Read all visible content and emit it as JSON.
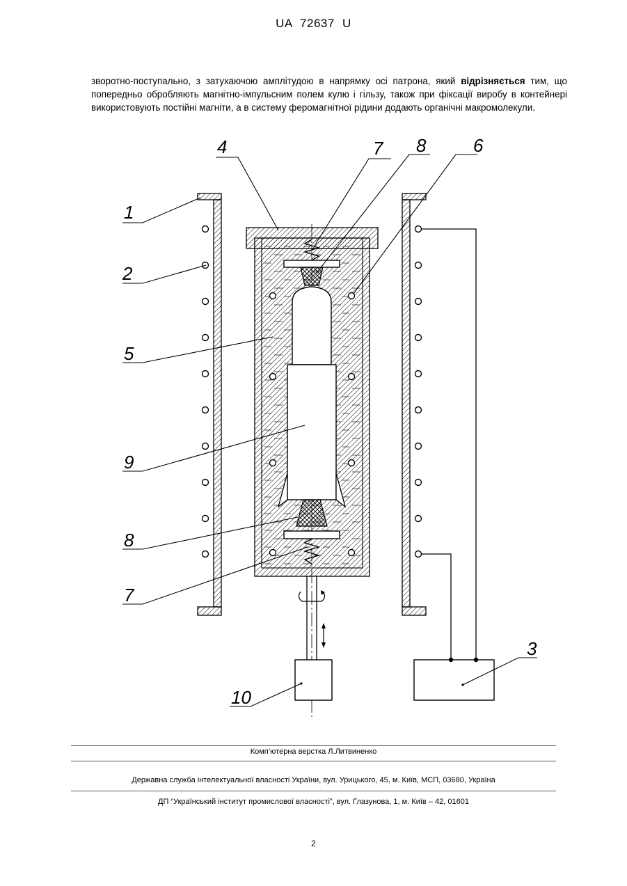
{
  "header": {
    "patent_number": "UA   72637   U"
  },
  "paragraph": {
    "text_before": "зворотно-поступально, з затухаючою амплітудою в напрямку осі патрона, який ",
    "bold": "відрізняється",
    "text_after": " тим, що попередньо обробляють магнітно-імпульсним полем кулю і гільзу, також при фіксації виробу в контейнері використовують постійні магніти, а в систему феромагнітної рідини додають органічні макромолекули."
  },
  "figure": {
    "labels": {
      "l4": "4",
      "l7top": "7",
      "l8top": "8",
      "l6": "6",
      "l1": "1",
      "l2": "2",
      "l5": "5",
      "l9": "9",
      "l8bot": "8",
      "l7bot": "7",
      "l3": "3",
      "l10": "10"
    }
  },
  "footer": {
    "typesetting": "Комп’ютерна верстка Л.Литвиненко",
    "service": "Державна служба інтелектуальної власності України, вул. Урицького, 45, м. Київ, МСП, 03680, Україна",
    "institute": "ДП “Український інститут промислової власності”, вул. Глазунова, 1, м. Київ – 42, 01601"
  },
  "page_number": "2"
}
